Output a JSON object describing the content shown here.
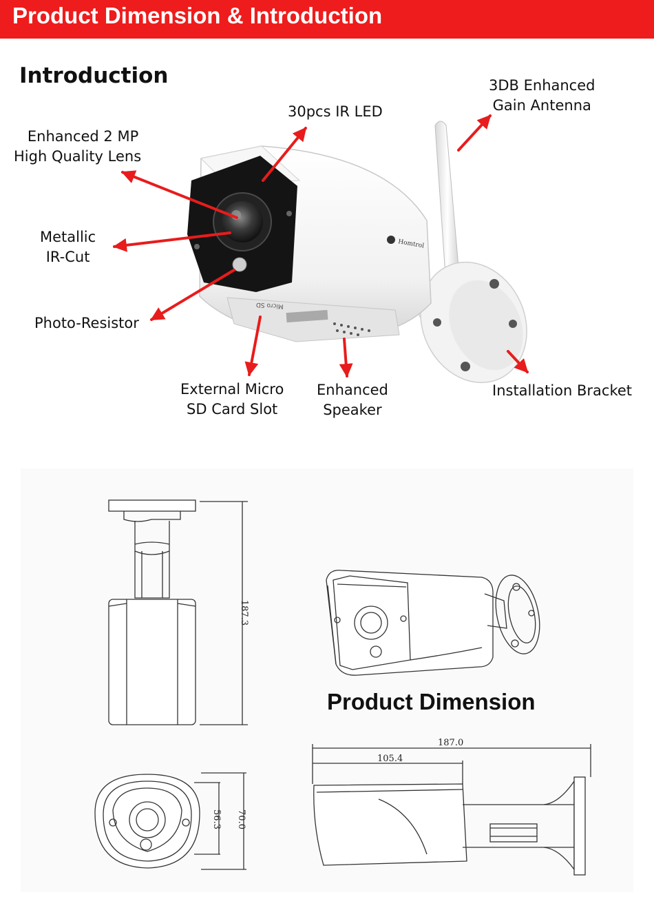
{
  "banner": {
    "title": "Product Dimension & Introduction",
    "color": "#ee1c1c"
  },
  "intro": {
    "title": "Introduction",
    "labels": {
      "lens_line1": "Enhanced 2 MP",
      "lens_line2": "High Quality Lens",
      "ir_led": "30pcs IR LED",
      "antenna_line1": "3DB Enhanced",
      "antenna_line2": "Gain Antenna",
      "ircut_line1": "Metallic",
      "ircut_line2": "IR-Cut",
      "photo_resistor": "Photo-Resistor",
      "sd_line1": "External Micro",
      "sd_line2": "SD Card Slot",
      "speaker_line1": "Enhanced",
      "speaker_line2": "Speaker",
      "bracket": "Installation Bracket"
    },
    "brand_mark": "Homtrol",
    "sd_slot_text": "Micro SD"
  },
  "dimension": {
    "title": "Product Dimension",
    "values": {
      "side_height": "187.3",
      "front_inner": "56.3",
      "front_outer": "70.0",
      "top_length": "187.0",
      "top_body": "105.4"
    }
  },
  "colors": {
    "arrow": "#e81c1c",
    "line": "#333333"
  }
}
